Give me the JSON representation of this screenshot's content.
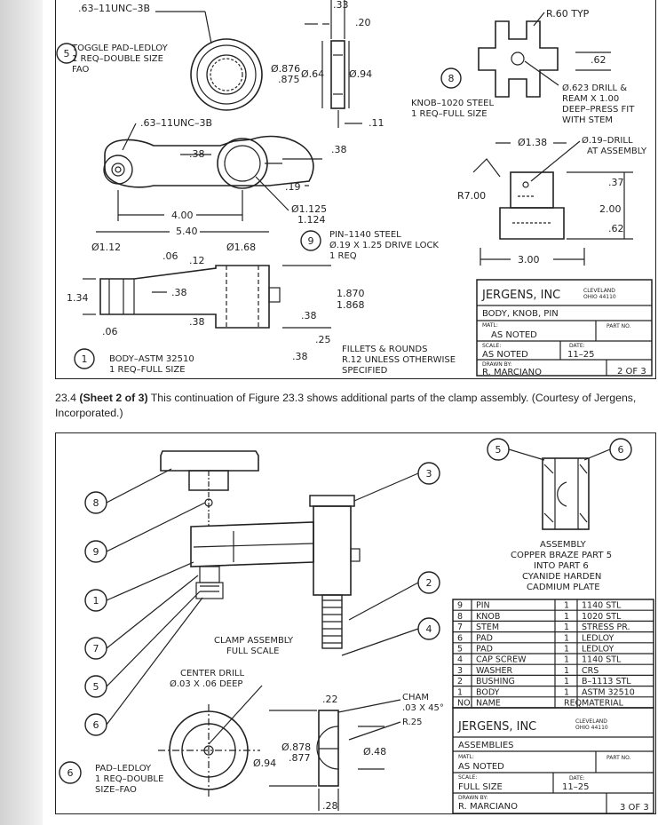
{
  "sheet2": {
    "toggle_pad": {
      "callout_num": "5",
      "thread": ".63–11UNC–3B",
      "line1": "TOGGLE PAD–LEDLOY",
      "line2": "1 REQ–DOUBLE SIZE",
      "line3": "FAO",
      "dims": [
        ".33",
        ".20",
        "Ø.876",
        ".875",
        "Ø.64",
        "Ø.94",
        ".11"
      ]
    },
    "knob": {
      "callout_num": "8",
      "line1": "KNOB–1020 STEEL",
      "line2": "1 REQ–FULL SIZE",
      "radius": "R.60 TYP",
      "dim_62": ".62",
      "drill_note": [
        "Ø.623 DRILL &",
        "REAM X 1.00",
        "DEEP–PRESS FIT",
        "WITH STEM"
      ],
      "dia138": "Ø1.38",
      "drill19": [
        "Ø.19–DRILL",
        "AT ASSEMBLY"
      ],
      "r700": "R7.00",
      "dim_37": ".37",
      "dim_200": "2.00",
      "dim_62b": ".62",
      "dim_300": "3.00"
    },
    "body": {
      "thread": ".63–11UNC–3B",
      "dims": [
        ".38",
        ".38",
        ".19",
        "4.00",
        "Ø1.125",
        "1.124",
        "5.40",
        "Ø1.12",
        "Ø1.68",
        ".06",
        ".12",
        ".38",
        "1.34",
        ".06",
        ".38",
        "1.870",
        "1.868",
        ".38",
        ".25",
        ".38"
      ],
      "callout_num": "1",
      "line1": "BODY–ASTM 32510",
      "line2": "1 REQ–FULL SIZE"
    },
    "pin": {
      "callout_num": "9",
      "line1": "PIN–1140 STEEL",
      "line2": "Ø.19 X 1.25 DRIVE LOCK",
      "line3": "1 REQ"
    },
    "fillets": [
      "FILLETS & ROUNDS",
      "R.12 UNLESS OTHERWISE",
      "SPECIFIED"
    ],
    "title_block": {
      "company": "JERGENS, INC",
      "city1": "CLEVELAND",
      "city2": "OHIO 44110",
      "parts": "BODY, KNOB, PIN",
      "matl_label": "MATL:",
      "matl": "AS NOTED",
      "part_no_label": "PART NO.",
      "scale_label": "SCALE:",
      "scale": "AS NOTED",
      "date_label": "DATE:",
      "date": "11–25",
      "drawn_label": "DRAWN BY:",
      "drawn": "R. MARCIANO",
      "sheet": "2 OF 3"
    }
  },
  "caption": {
    "number": "23.4",
    "bold": "(Sheet 2 of 3)",
    "text": " This continuation of Figure 23.3 shows additional parts of the clamp assembly. (Courtesy of Jergens, Incorporated.)"
  },
  "sheet3": {
    "balloons": [
      "8",
      "9",
      "1",
      "7",
      "5",
      "6",
      "3",
      "2",
      "4"
    ],
    "detail_balloons": [
      "5",
      "6"
    ],
    "clamp_label": [
      "CLAMP ASSEMBLY",
      "FULL SCALE"
    ],
    "assembly_note": [
      "ASSEMBLY",
      "COPPER BRAZE PART 5",
      "INTO PART 6",
      "CYANIDE HARDEN",
      "CADMIUM PLATE"
    ],
    "center_drill": [
      "CENTER DRILL",
      "Ø.03 X .06 DEEP"
    ],
    "pad_callout_num": "6",
    "pad_label": [
      "PAD–LEDLOY",
      "1 REQ–DOUBLE",
      "SIZE–FAO"
    ],
    "pad_dims": [
      ".22",
      "CHAM",
      ".03 X 45°",
      "R.25",
      "Ø.878",
      ".877",
      "Ø.94",
      "Ø.48",
      ".28"
    ],
    "pad_callout2": "6",
    "parts_list": [
      {
        "no": "9",
        "name": "PIN",
        "req": "1",
        "material": "1140 STL"
      },
      {
        "no": "8",
        "name": "KNOB",
        "req": "1",
        "material": "1020 STL"
      },
      {
        "no": "7",
        "name": "STEM",
        "req": "1",
        "material": "STRESS PR."
      },
      {
        "no": "6",
        "name": "PAD",
        "req": "1",
        "material": "LEDLOY"
      },
      {
        "no": "5",
        "name": "PAD",
        "req": "1",
        "material": "LEDLOY"
      },
      {
        "no": "4",
        "name": "CAP SCREW",
        "req": "1",
        "material": "1140 STL"
      },
      {
        "no": "3",
        "name": "WASHER",
        "req": "1",
        "material": "CRS"
      },
      {
        "no": "2",
        "name": "BUSHING",
        "req": "1",
        "material": "B–1113 STL"
      },
      {
        "no": "1",
        "name": "BODY",
        "req": "1",
        "material": "ASTM 32510"
      }
    ],
    "parts_header": {
      "no": "NO.",
      "name": "NAME",
      "req": "REQ",
      "material": "MATERIAL"
    },
    "title_block": {
      "company": "JERGENS, INC",
      "city1": "CLEVELAND",
      "city2": "OHIO 44110",
      "parts": "ASSEMBLIES",
      "matl_label": "MATL:",
      "matl": "AS NOTED",
      "part_no_label": "PART NO.",
      "scale_label": "SCALE:",
      "scale": "FULL SIZE",
      "date_label": "DATE:",
      "date": "11–25",
      "drawn_label": "DRAWN BY:",
      "drawn": "R. MARCIANO",
      "sheet": "3 OF 3"
    }
  }
}
